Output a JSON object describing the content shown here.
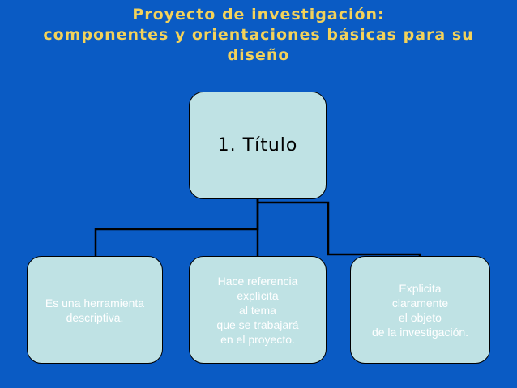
{
  "title": {
    "line1": "Proyecto de investigación:",
    "line2": "componentes y orientaciones básicas para su",
    "line3": "diseño"
  },
  "root": {
    "label": "1. Título"
  },
  "children": [
    {
      "lines": [
        "Es una herramienta",
        "descriptiva."
      ]
    },
    {
      "lines": [
        "Hace referencia",
        "explícita",
        "al tema",
        "que se trabajará",
        "en el proyecto."
      ]
    },
    {
      "lines": [
        "Explicita",
        "claramente",
        "el objeto",
        "de la investigación."
      ]
    }
  ],
  "colors": {
    "background": "#0a5bc4",
    "title": "#f3d25a",
    "box_fill": "#bfe2e4",
    "connector": "#000000"
  }
}
